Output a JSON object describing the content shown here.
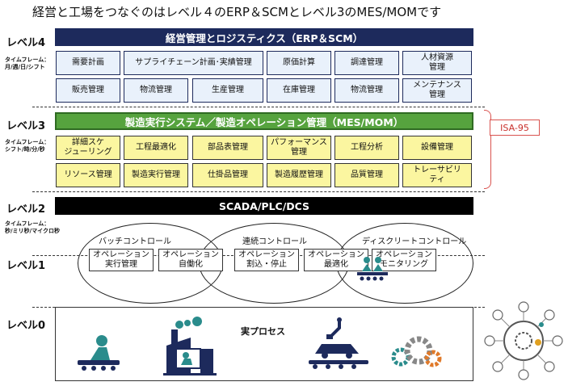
{
  "title": "経営と工場をつなぐのはレベル４のERP＆SCMとレベル3のMES/MOMです",
  "level4": {
    "label": "レベル4",
    "timeframe": "タイムフレーム：\n月/週/日/シフト",
    "bar": "経営管理とロジスティクス（ERP＆SCM）",
    "row1": [
      "需要計画",
      "サプライチェーン計画･実績管理",
      "原価計算",
      "調達管理",
      "人材資源\n管理"
    ],
    "row2": [
      "販売管理",
      "物流管理",
      "生産管理",
      "在庫管理",
      "物流管理",
      "メンテナンス\n管理"
    ]
  },
  "level3": {
    "label": "レベル3",
    "timeframe": "タイムフレーム：\nシフト/時/分/秒",
    "bar": "製造実行システム／製造オペレーション管理（MES/MOM）",
    "isa": "ISA-95",
    "row1": [
      "詳細スケ\nジューリング",
      "工程最適化",
      "部品表管理",
      "パフォーマンス\n管理",
      "工程分析",
      "設備管理"
    ],
    "row2": [
      "リソース管理",
      "製造実行管理",
      "仕掛品管理",
      "製造履歴管理",
      "品質管理",
      "トレーサビリ\nティ"
    ]
  },
  "level2": {
    "label": "レベル2",
    "timeframe": "タイムフレーム：\n秒/ミリ秒/マイクロ秒",
    "bar": "SCADA/PLC/DCS"
  },
  "level1": {
    "label": "レベル1",
    "control_batch": "バッチコントロール",
    "control_continuous": "連続コントロール",
    "control_discrete": "ディスクリートコントロール",
    "ops": [
      "オペレーション\n実行管理",
      "オペレーション\n自働化",
      "オペレーション\n割込・停止",
      "オペレーション\n最適化",
      "オペレーション\nモニタリング"
    ]
  },
  "level0": {
    "label": "レベル0",
    "process": "実プロセス"
  },
  "colors": {
    "navy": "#1d2a5c",
    "green": "#56a33e",
    "teal": "#2a8c8c",
    "isa_red": "#d9534f"
  }
}
